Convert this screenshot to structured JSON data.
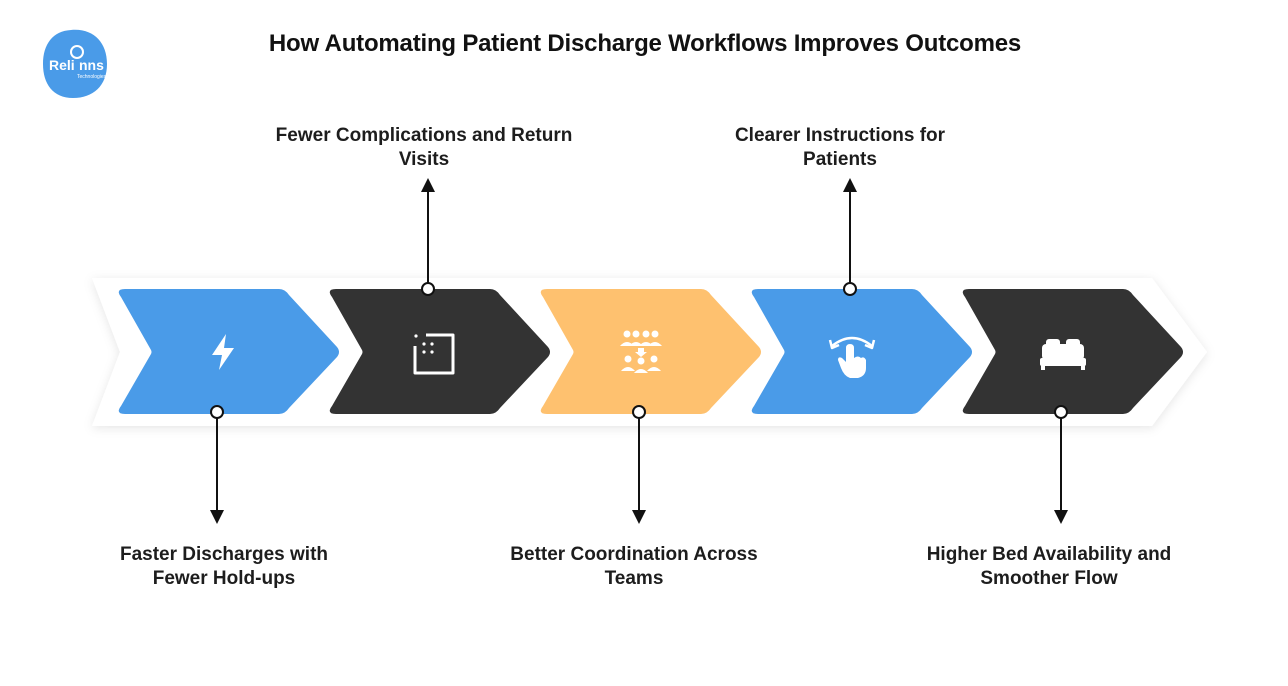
{
  "title": "How Automating Patient Discharge Workflows Improves Outcomes",
  "logo": {
    "text": "Reli",
    "text2": "nns",
    "subtext": "Technologies",
    "color": "#4a9be8"
  },
  "colors": {
    "blue": "#4a9be8",
    "dark": "#333333",
    "orange": "#fec16f",
    "track": "#ffffff"
  },
  "steps": [
    {
      "icon": "lightning-bolt-icon",
      "color": "blue",
      "label_line1": "Faster Discharges with",
      "label_line2": "Fewer Hold-ups",
      "direction": "down"
    },
    {
      "icon": "dotted-square-icon",
      "color": "dark",
      "label_line1": "Fewer Complications and Return",
      "label_line2": "Visits",
      "direction": "up"
    },
    {
      "icon": "team-icon",
      "color": "orange",
      "label_line1": "Better Coordination Across",
      "label_line2": "Teams",
      "direction": "down"
    },
    {
      "icon": "hand-swipe-icon",
      "color": "blue",
      "label_line1": "Clearer Instructions for",
      "label_line2": "Patients",
      "direction": "up"
    },
    {
      "icon": "bed-icon",
      "color": "dark",
      "label_line1": "Higher Bed Availability and",
      "label_line2": "Smoother Flow",
      "direction": "down"
    }
  ]
}
